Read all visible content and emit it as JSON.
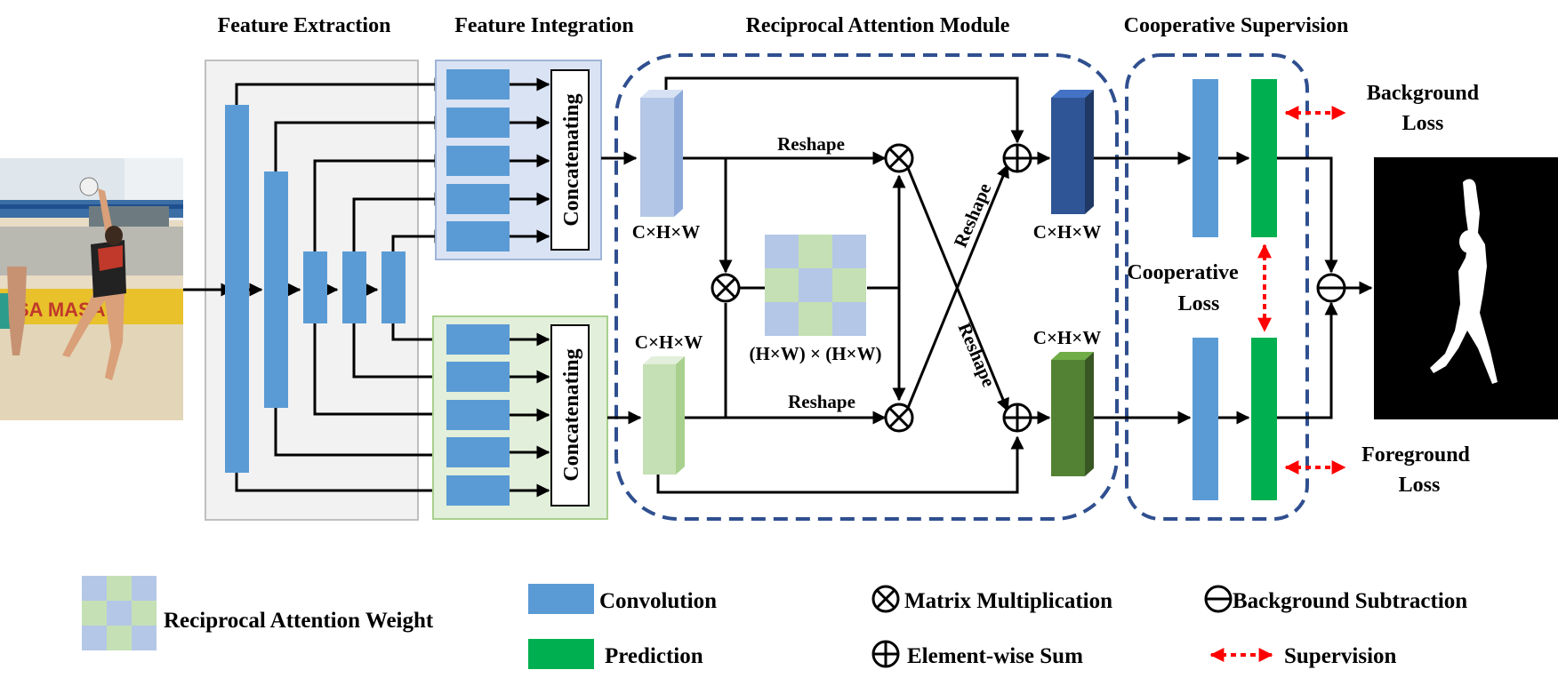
{
  "sections": {
    "feature_extraction": "Feature Extraction",
    "feature_integration": "Feature Integration",
    "reciprocal_attention": "Reciprocal Attention Module",
    "cooperative_supervision": "Cooperative Supervision"
  },
  "labels": {
    "concat_top": "Concatenating",
    "concat_bottom": "Concatenating",
    "reshape_top": "Reshape",
    "reshape_bottom": "Reshape",
    "reshape_diag_up": "Reshape",
    "reshape_diag_down": "Reshape",
    "chw_top_left": "C×H×W",
    "chw_bottom_left": "C×H×W",
    "chw_top_right": "C×H×W",
    "chw_bottom_right": "C×H×W",
    "hw_matrix": "(H×W) × (H×W)",
    "background_loss_1": "Background",
    "background_loss_2": "Loss",
    "foreground_loss_1": "Foreground",
    "foreground_loss_2": "Loss",
    "cooperative_loss_1": "Cooperative",
    "cooperative_loss_2": "Loss"
  },
  "legend": {
    "attention_weight": "Reciprocal Attention Weight",
    "convolution": "Convolution",
    "prediction": "Prediction",
    "matrix_mult": "Matrix Multiplication",
    "elementwise_sum": "Element-wise Sum",
    "bg_subtraction": "Background Subtraction",
    "supervision": "Supervision"
  },
  "colors": {
    "conv": "#5b9bd5",
    "prediction": "#00b050",
    "dashed_border": "#2f4f8f",
    "supervision_arrow": "#ff0000",
    "integration_top_bg": "#dae3f3",
    "integration_bottom_bg": "#e2efda",
    "extraction_bg": "#f2f2f2",
    "feature_top_light": "#b4c7e7",
    "feature_bottom_light": "#c5e0b4",
    "feature_top_dark": "#2f5597",
    "feature_bottom_dark": "#538135"
  }
}
